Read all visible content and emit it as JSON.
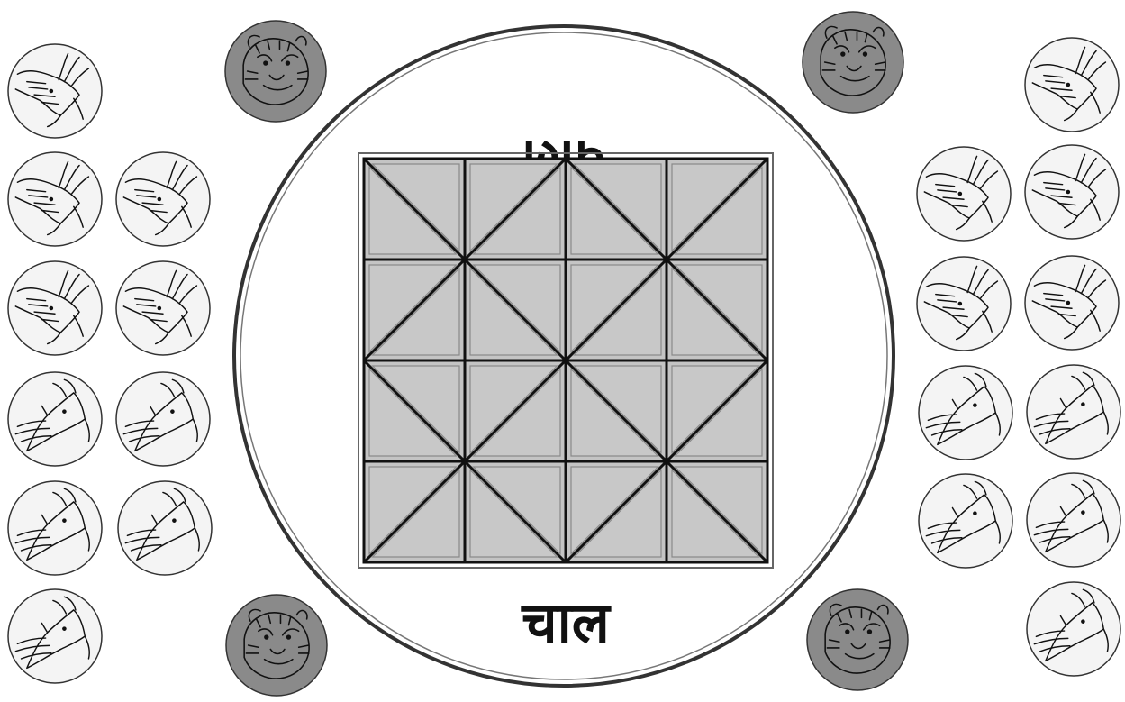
{
  "board": {
    "title_top": "चाल",
    "title_bottom": "चाल",
    "rows": 4,
    "cols": 4,
    "colors": {
      "page": "#ffffff",
      "ring": "#444444",
      "board_fill": "#c4c4c4",
      "board_line": "#111111",
      "token_light": "#f4f4f4",
      "token_dark": "#8a8a8a"
    }
  },
  "pieces": {
    "tigers": {
      "count": 4,
      "icon": "tiger-head-icon",
      "color": "#8a8a8a"
    },
    "goats_left": {
      "count": 10,
      "icon": "goat-head-icon"
    },
    "goats_right": {
      "count": 10,
      "icon": "goat-head-icon"
    }
  }
}
